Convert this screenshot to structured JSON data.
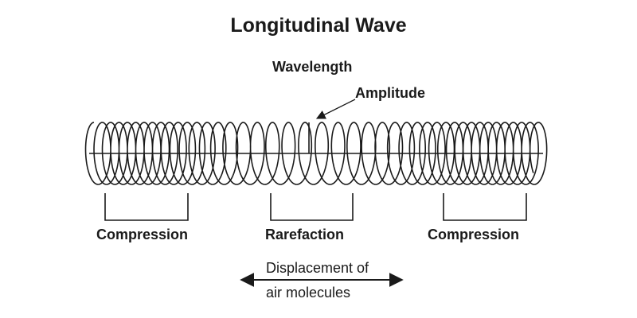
{
  "title": "Longitudinal Wave",
  "labels": {
    "wavelength": "Wavelength",
    "amplitude": "Amplitude",
    "compression_left": "Compression",
    "rarefaction": "Rarefaction",
    "compression_right": "Compression",
    "displacement_line1": "Displacement of",
    "displacement_line2": "air molecules"
  },
  "colors": {
    "ink": "#1a1a1a",
    "background": "#ffffff"
  }
}
